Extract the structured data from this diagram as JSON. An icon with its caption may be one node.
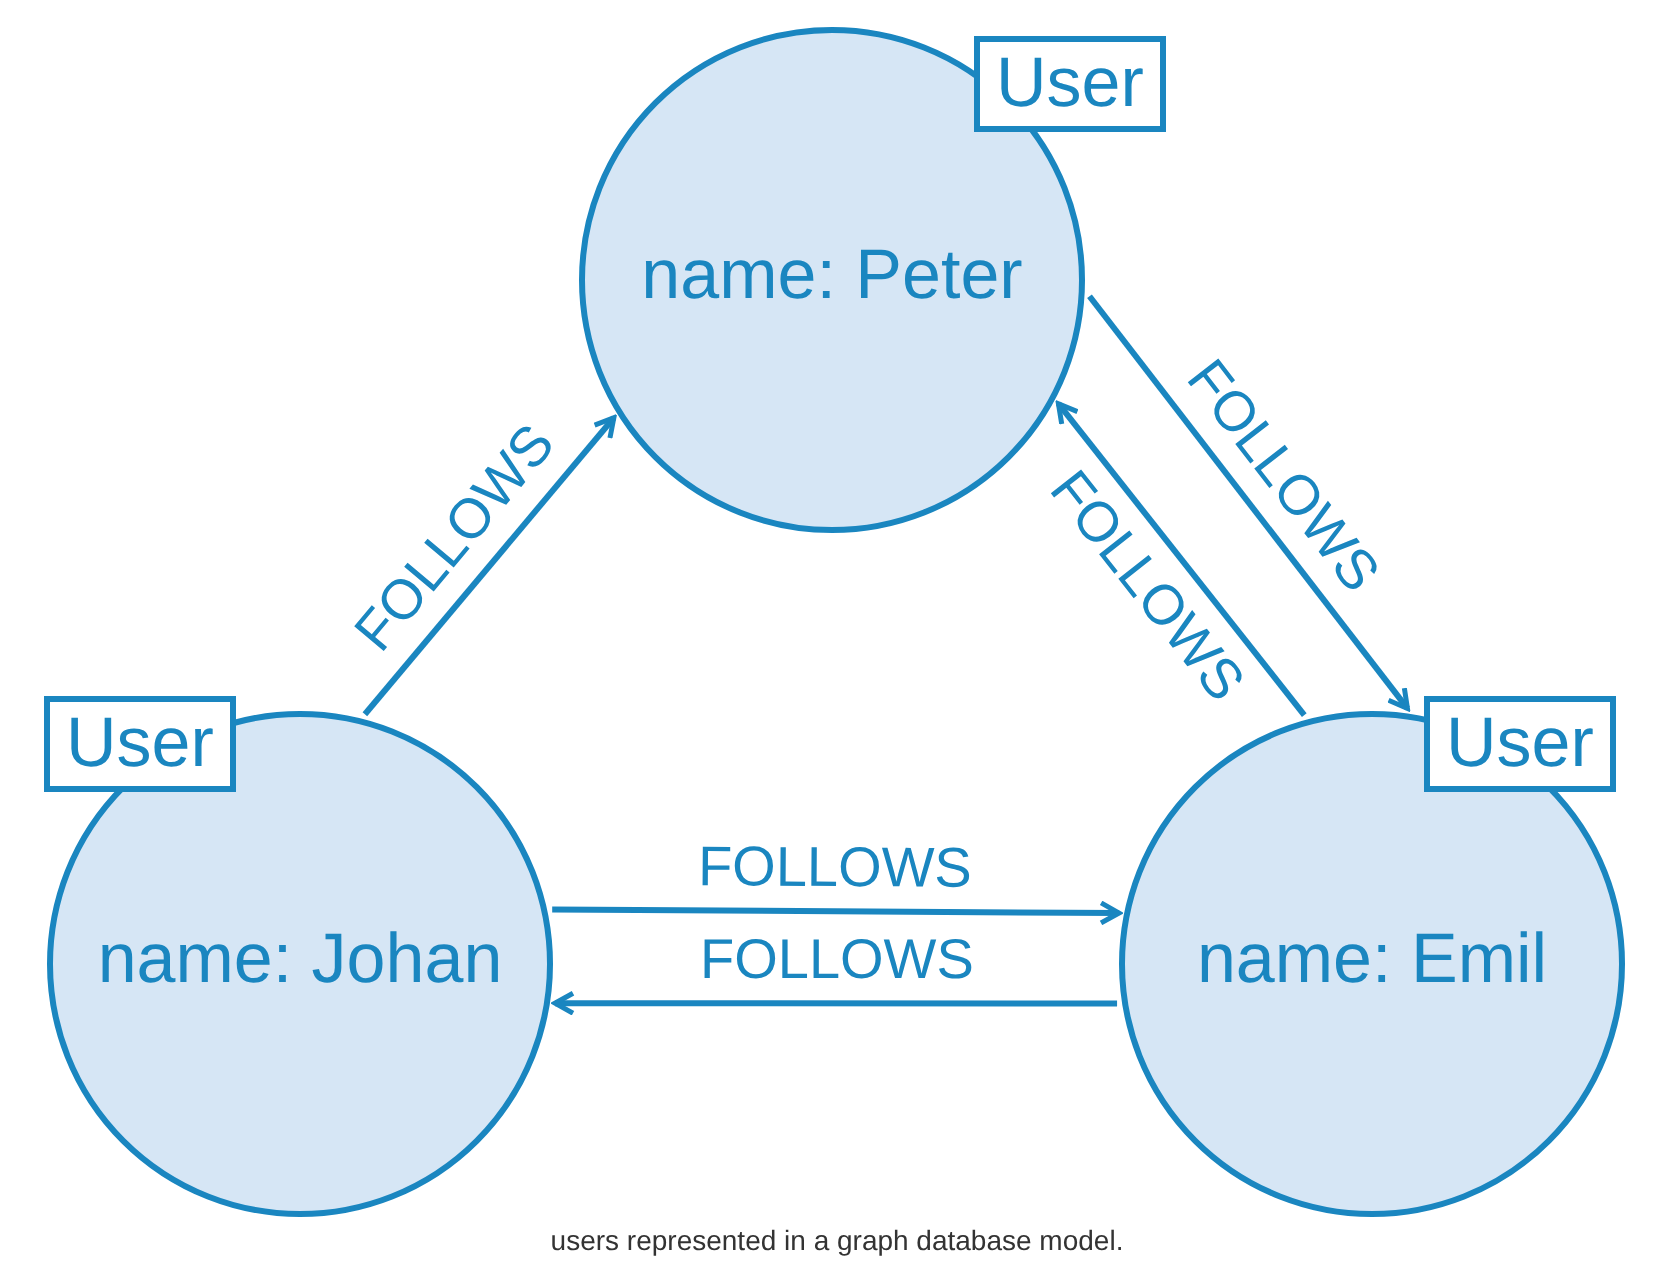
{
  "diagram": {
    "caption": "users represented in a graph database model.",
    "nodes": [
      {
        "text": [
          "User",
          "name: Peter"
        ]
      },
      {
        "text": [
          "User",
          "name: Johan"
        ]
      },
      {
        "text": [
          "User",
          "name: Emil"
        ]
      }
    ],
    "edges": [
      {
        "from": 1,
        "to": 0,
        "arrow": "to",
        "label": "FOLLOWS"
      },
      {
        "from": 0,
        "to": 2,
        "arrow": "to",
        "label": "FOLLOWS"
      },
      {
        "from": 2,
        "to": 0,
        "arrow": "to",
        "label": "FOLLOWS"
      },
      {
        "from": 1,
        "to": 2,
        "arrow": "to",
        "label": "FOLLOWS"
      },
      {
        "from": 2,
        "to": 1,
        "arrow": "to",
        "label": "FOLLOWS"
      }
    ]
  }
}
